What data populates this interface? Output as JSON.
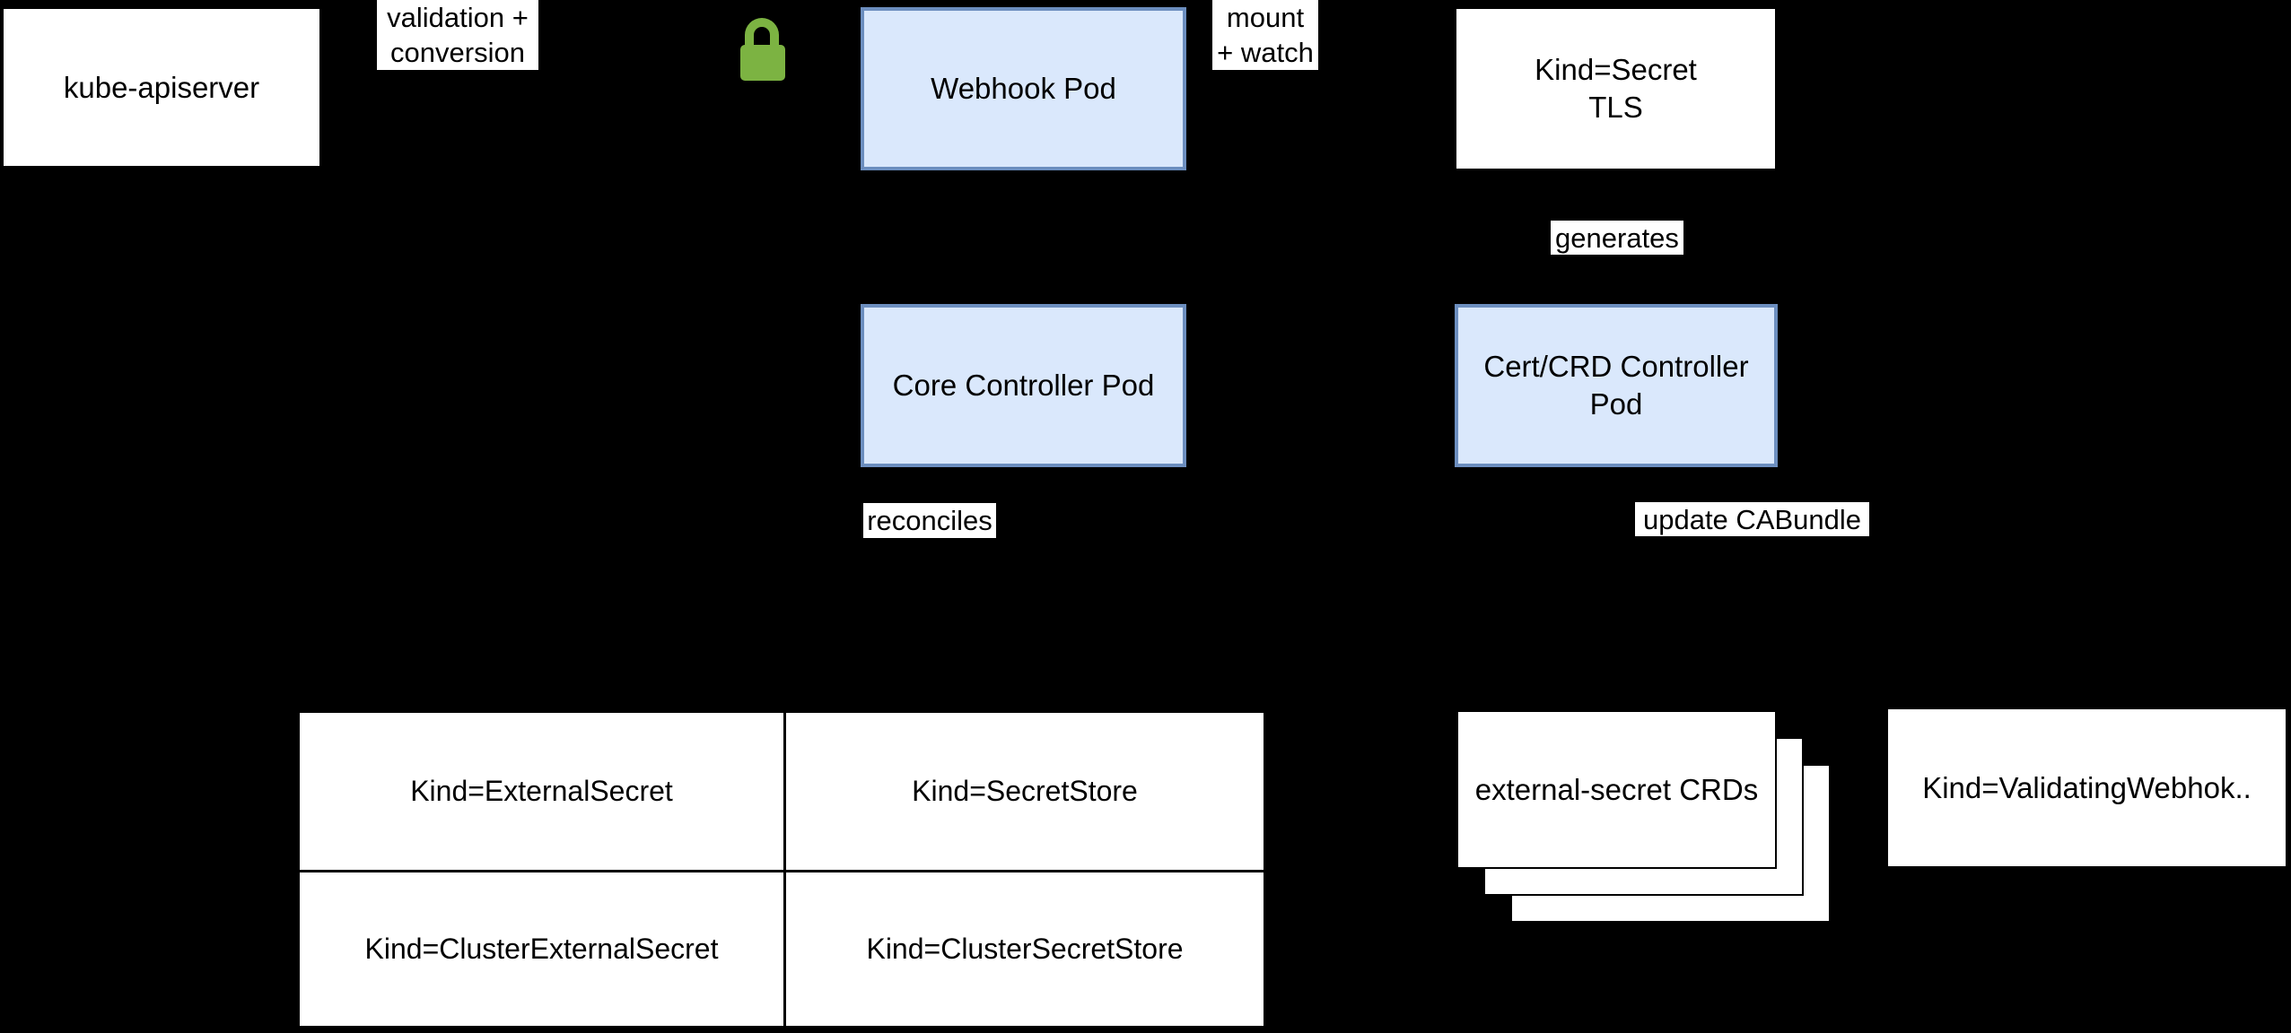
{
  "diagram": {
    "background_color": "#000000",
    "node_fill_blue": "#dae8fc",
    "node_stroke_blue": "#6c8ebf",
    "node_fill_white": "#ffffff",
    "lock_color": "#7cb342",
    "nodes": {
      "kube_apiserver": {
        "label": "kube-apiserver"
      },
      "webhook_pod": {
        "label": "Webhook Pod"
      },
      "kind_secret_tls": {
        "label": "Kind=Secret\nTLS"
      },
      "core_controller_pod": {
        "label": "Core Controller Pod"
      },
      "cert_crd_controller_pod": {
        "label": "Cert/CRD Controller\nPod"
      },
      "external_secret_crds": {
        "label": "external-secret CRDs"
      },
      "validating_webhook": {
        "label": "Kind=ValidatingWebhok.."
      }
    },
    "edge_labels": {
      "validation_conversion": "validation +\nconversion",
      "mount_watch": "mount\n+ watch",
      "generates": "generates",
      "reconciles": "reconciles",
      "update_cabundle": "update CABundle"
    },
    "crd_table": {
      "rows": [
        [
          "Kind=ExternalSecret",
          "Kind=SecretStore"
        ],
        [
          "Kind=ClusterExternalSecret",
          "Kind=ClusterSecretStore"
        ]
      ]
    },
    "icons": {
      "lock": "lock-icon"
    }
  }
}
